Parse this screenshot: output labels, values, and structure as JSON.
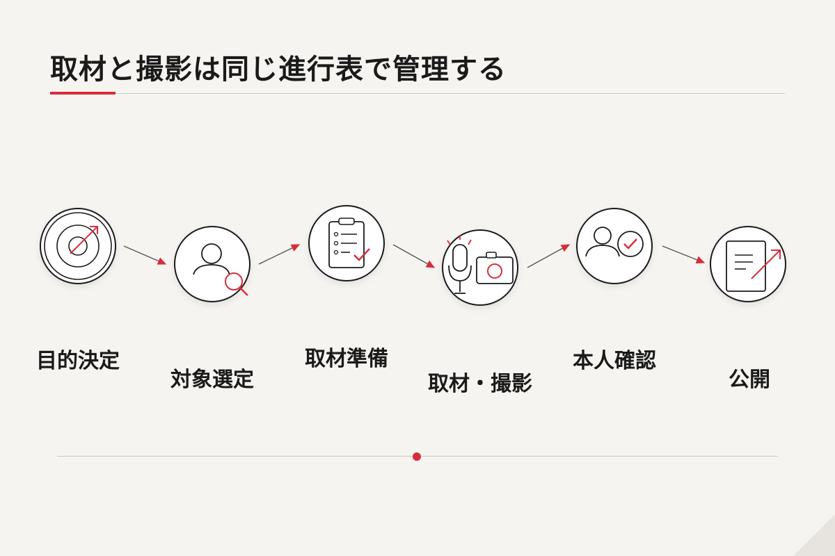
{
  "title": "取材と撮影は同じ進行表で管理する",
  "colors": {
    "accent": "#d92b3a",
    "stroke": "#1a1a1a",
    "background": "#f6f4f0"
  },
  "steps": [
    {
      "label": "目的決定",
      "icon": "target-arrow-icon"
    },
    {
      "label": "対象選定",
      "icon": "person-search-icon"
    },
    {
      "label": "取材準備",
      "icon": "clipboard-checklist-icon"
    },
    {
      "label": "取材・撮影",
      "icon": "microphone-camera-icon"
    },
    {
      "label": "本人確認",
      "icon": "person-check-icon"
    },
    {
      "label": "公開",
      "icon": "document-publish-icon"
    }
  ]
}
